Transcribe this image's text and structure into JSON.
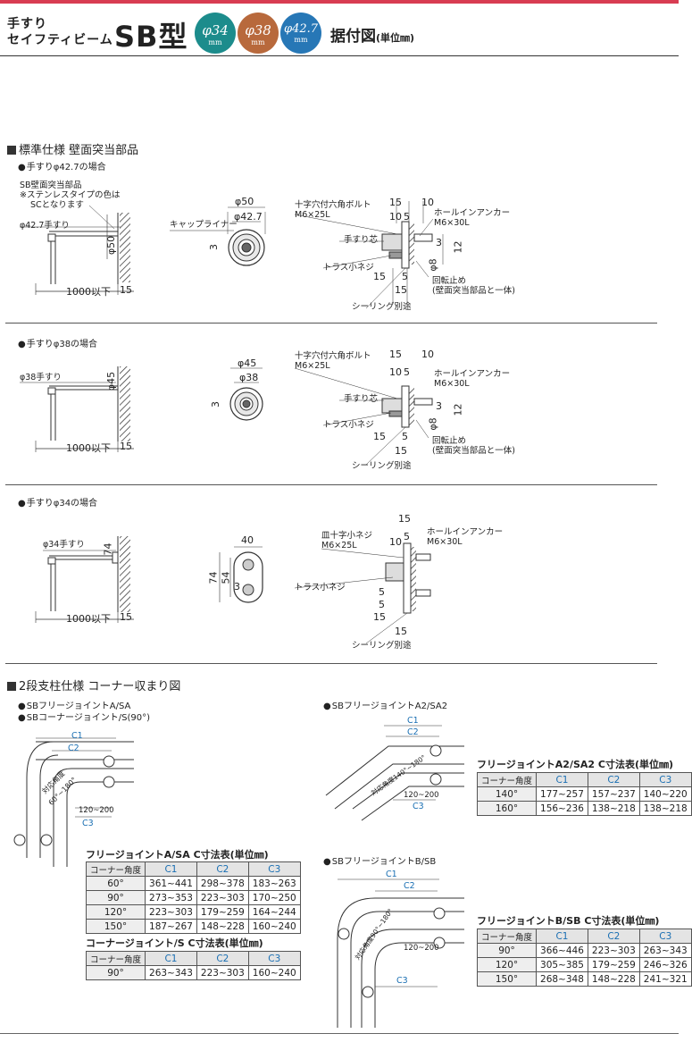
{
  "header": {
    "line1": "手すり",
    "line2": "セイフティビーム",
    "model": "SB型",
    "badges": [
      {
        "value": "φ34",
        "unit": "mm",
        "color": "#1c8c8c"
      },
      {
        "value": "φ38",
        "unit": "mm",
        "color": "#b8693c"
      },
      {
        "value": "φ42.7",
        "unit": "mm",
        "color": "#2777b6"
      }
    ],
    "title": "据付図",
    "title_unit": "(単位㎜)"
  },
  "section1": {
    "title": "標準仕様 壁面突当部品",
    "case1": {
      "label": "手すりφ42.7の場合",
      "note1": "SB壁面突当部品",
      "note2": "※ステンレスタイプの色は",
      "note3": "SCとなります",
      "rail": "φ42.7手すり",
      "wall_h": "φ50",
      "len": "1000以下",
      "gap": "15",
      "sec_outer": "φ50",
      "sec_inner": "φ42.7",
      "cap": "キャップライナー",
      "sec_3": "3",
      "bolt": "十字穴付六角ボルト",
      "bolt_size": "M6×25L",
      "d15a": "15",
      "d10a": "10",
      "d10b": "10",
      "d5a": "5",
      "anchor": "ホールインアンカー",
      "anchor_size": "M6×30L",
      "core": "手すり芯",
      "d3": "3",
      "d12": "12",
      "truss": "トラス小ネジ",
      "phi8": "φ8",
      "d15b": "15",
      "d5b": "5",
      "d15c": "15",
      "stop1": "回転止め",
      "stop2": "(壁面突当部品と一体)",
      "seal": "シーリング別途"
    },
    "case2": {
      "label": "手すりφ38の場合",
      "rail": "φ38手すり",
      "wall_h": "φ45",
      "len": "1000以下",
      "gap": "15",
      "sec_outer": "φ45",
      "sec_inner": "φ38",
      "sec_3": "3",
      "bolt": "十字穴付六角ボルト",
      "bolt_size": "M6×25L",
      "d15a": "15",
      "d10a": "10",
      "d10b": "10",
      "d5a": "5",
      "anchor": "ホールインアンカー",
      "anchor_size": "M6×30L",
      "core": "手すり芯",
      "d3": "3",
      "d12": "12",
      "truss": "トラス小ネジ",
      "phi8": "φ8",
      "d15b": "15",
      "d5b": "5",
      "d15c": "15",
      "stop1": "回転止め",
      "stop2": "(壁面突当部品と一体)",
      "seal": "シーリング別途"
    },
    "case3": {
      "label": "手すりφ34の場合",
      "rail": "φ34手すり",
      "wall_h": "74",
      "len": "1000以下",
      "gap": "15",
      "sec_w": "40",
      "sec_h": "74",
      "sec_h2": "54",
      "sec_3": "3",
      "screw": "皿十字小ネジ",
      "screw_size": "M6×25L",
      "d15a": "15",
      "d10a": "10",
      "d5a": "5",
      "anchor": "ホールインアンカー",
      "anchor_size": "M6×30L",
      "truss": "トラス小ネジ",
      "d5b": "5",
      "d5c": "5",
      "d15b": "15",
      "d15c": "15",
      "seal": "シーリング別途"
    }
  },
  "section2": {
    "title": "2段支柱仕様 コーナー収まり図",
    "left": {
      "label1": "SBフリージョイントA/SA",
      "label2": "SBコーナージョイント/S(90°)",
      "c1": "C1",
      "c2": "C2",
      "c3": "C3",
      "angle": "対応角度",
      "angle2": "60°~180°",
      "dim": "120~200"
    },
    "right_a2": {
      "label": "SBフリージョイントA2/SA2",
      "c1": "C1",
      "c2": "C2",
      "c3": "C3",
      "angle": "対応角度140°~180°",
      "dim": "120~200"
    },
    "right_b": {
      "label": "SBフリージョイントB/SB",
      "c1": "C1",
      "c2": "C2",
      "c3": "C3",
      "angle": "対応角度90°~180°",
      "dim": "120~200"
    }
  },
  "tables": {
    "a2": {
      "title": "フリージョイントA2/SA2 C寸法表(単位㎜)",
      "headers": [
        "コーナー角度",
        "C1",
        "C2",
        "C3"
      ],
      "rows": [
        [
          "140°",
          "177~257",
          "157~237",
          "140~220"
        ],
        [
          "160°",
          "156~236",
          "138~218",
          "138~218"
        ]
      ]
    },
    "a": {
      "title": "フリージョイントA/SA C寸法表(単位㎜)",
      "headers": [
        "コーナー角度",
        "C1",
        "C2",
        "C3"
      ],
      "rows": [
        [
          "60°",
          "361~441",
          "298~378",
          "183~263"
        ],
        [
          "90°",
          "273~353",
          "223~303",
          "170~250"
        ],
        [
          "120°",
          "223~303",
          "179~259",
          "164~244"
        ],
        [
          "150°",
          "187~267",
          "148~228",
          "160~240"
        ]
      ]
    },
    "corner": {
      "title": "コーナージョイント/S C寸法表(単位㎜)",
      "headers": [
        "コーナー角度",
        "C1",
        "C2",
        "C3"
      ],
      "rows": [
        [
          "90°",
          "263~343",
          "223~303",
          "160~240"
        ]
      ]
    },
    "b": {
      "title": "フリージョイントB/SB C寸法表(単位㎜)",
      "headers": [
        "コーナー角度",
        "C1",
        "C2",
        "C3"
      ],
      "rows": [
        [
          "90°",
          "366~446",
          "223~303",
          "263~343"
        ],
        [
          "120°",
          "305~385",
          "179~259",
          "246~326"
        ],
        [
          "150°",
          "268~348",
          "148~228",
          "241~321"
        ]
      ]
    }
  }
}
